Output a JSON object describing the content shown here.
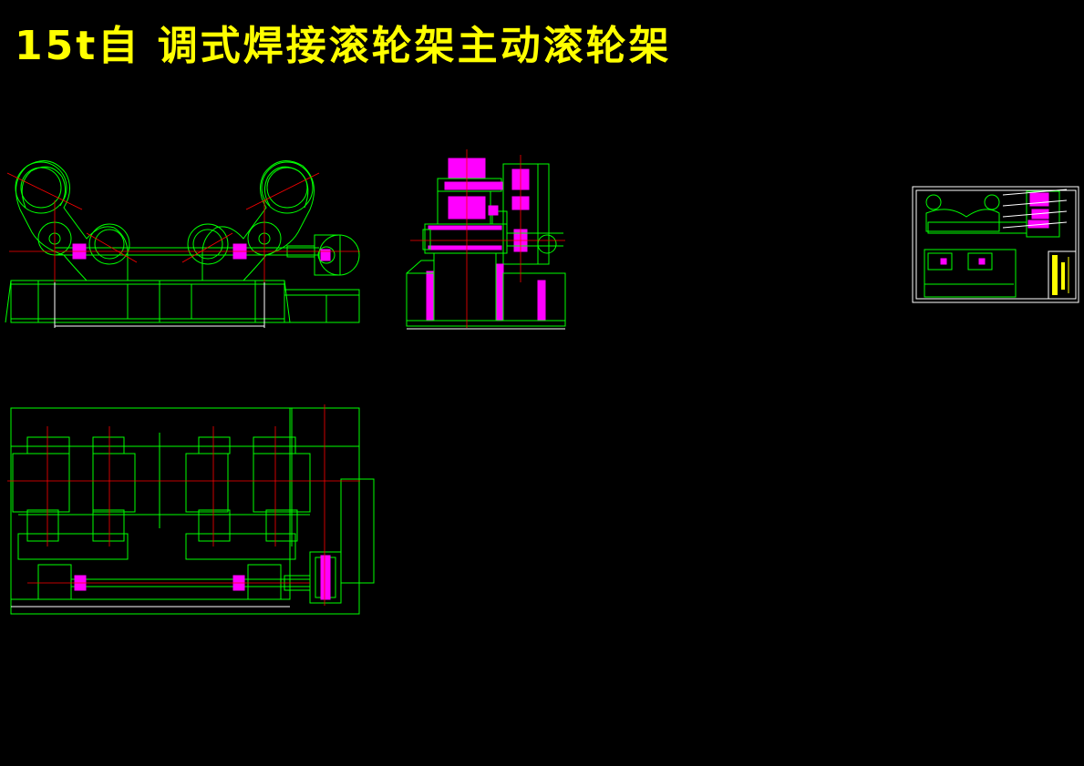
{
  "drawing": {
    "title": "15t自 调式焊接滚轮架主动滚轮架",
    "views": [
      "side-view",
      "end-view",
      "plan-view",
      "sheet-preview"
    ],
    "colors": {
      "background": "#000000",
      "title": "#ffff00",
      "outline": "#00ff00",
      "centerline": "#ff0000",
      "section-fill": "#ff00ff",
      "dimension": "#ffffff"
    }
  }
}
